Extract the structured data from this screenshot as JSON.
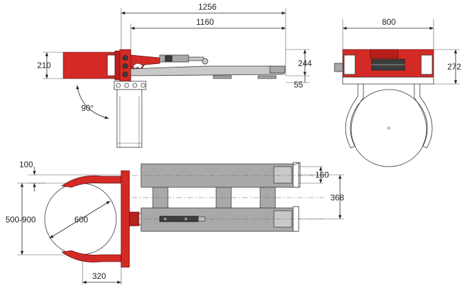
{
  "dimensions": {
    "top_overall_length": "1256",
    "top_fork_length": "1160",
    "side_height_left": "210",
    "rotation_angle": "90°",
    "side_height_right": "244",
    "side_offset_bottom": "55",
    "front_width": "800",
    "front_height": "272",
    "plan_top_margin": "100",
    "plan_range": "500-900",
    "plan_drum_diameter": "600",
    "plan_depth": "320",
    "plan_fork_width": "160",
    "plan_fork_spacing": "368"
  },
  "colors": {
    "attachment_red": "#d42a25",
    "fork_grey": "#a9a9a9",
    "line": "#222222"
  }
}
